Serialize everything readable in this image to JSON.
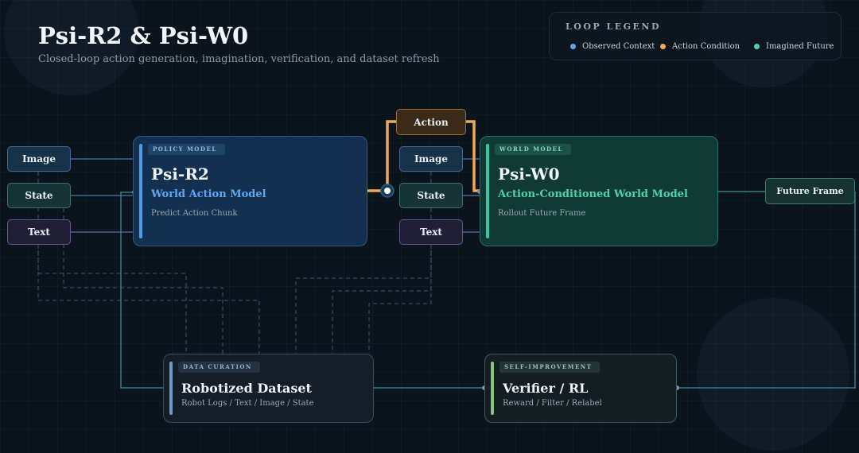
{
  "header": {
    "title": "Psi-R2 & Psi-W0",
    "subtitle": "Closed-loop action generation, imagination, verification, and dataset refresh"
  },
  "legend": {
    "title": "LOOP LEGEND",
    "items": [
      {
        "label": "Observed Context",
        "color": "#5ea8f2"
      },
      {
        "label": "Action Condition",
        "color": "#f0a955"
      },
      {
        "label": "Imagined Future",
        "color": "#4fd1ae"
      }
    ]
  },
  "inputs_left": {
    "image": "Image",
    "state": "State",
    "text": "Text"
  },
  "inputs_right": {
    "image": "Image",
    "state": "State",
    "text": "Text"
  },
  "action": "Action",
  "future_frame": "Future Frame",
  "policy_card": {
    "tag": "POLICY MODEL",
    "name": "Psi-R2",
    "subtitle": "World Action Model",
    "description": "Predict Action Chunk"
  },
  "world_card": {
    "tag": "WORLD MODEL",
    "name": "Psi-W0",
    "subtitle": "Action-Conditioned World Model",
    "description": "Rollout Future Frame"
  },
  "dataset_card": {
    "tag": "DATA CURATION",
    "name": "Robotized Dataset",
    "description": "Robot Logs / Text / Image / State"
  },
  "verifier_card": {
    "tag": "SELF-IMPROVEMENT",
    "name": "Verifier / RL",
    "description": "Reward / Filter / Relabel"
  },
  "colors": {
    "background": "#0b131d",
    "observed": "#5ea8f2",
    "action": "#f0a955",
    "imagined": "#4fd1ae",
    "policy_accent": "#4f9be6",
    "world_accent": "#38c79b",
    "dataset_accent": "#6e9ad0",
    "verifier_accent": "#8bc47e"
  }
}
